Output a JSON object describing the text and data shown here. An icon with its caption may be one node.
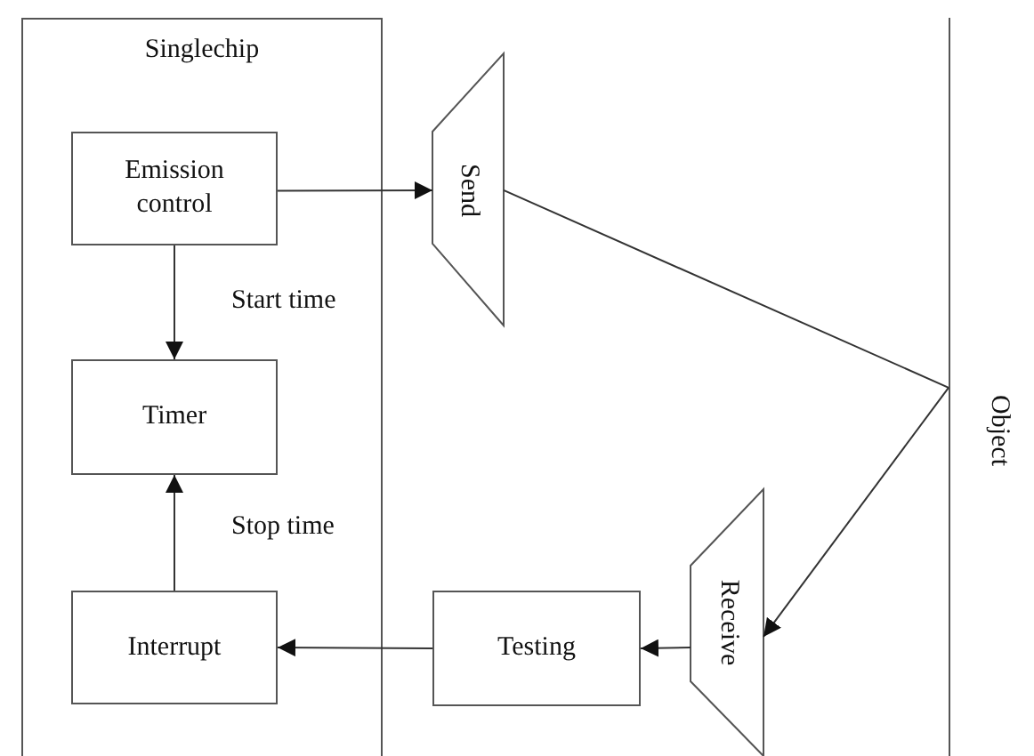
{
  "diagram": {
    "nodes": [
      {
        "text": [
          "Singlechip"
        ]
      },
      {
        "text": [
          "Emission control"
        ],
        "in": 0
      },
      {
        "text": [
          "Timer"
        ],
        "in": 0
      },
      {
        "text": [
          "Interrupt"
        ],
        "in": 0
      },
      {
        "text": [
          "Send"
        ]
      },
      {
        "text": [
          "Receive"
        ]
      },
      {
        "text": [
          "Testing"
        ]
      },
      {
        "text": [
          "Object"
        ]
      }
    ],
    "edges": [
      {
        "from": 1,
        "to": 4,
        "arrow": "to"
      },
      {
        "from": 1,
        "to": 2,
        "arrow": "to",
        "label": "Start time"
      },
      {
        "from": 3,
        "to": 2,
        "arrow": "to",
        "label": "Stop time"
      },
      {
        "from": 6,
        "to": 3,
        "arrow": "to"
      },
      {
        "from": 5,
        "to": 6,
        "arrow": "to"
      },
      {
        "from": 4,
        "to": 7,
        "arrow": "none"
      },
      {
        "from": 7,
        "to": 5,
        "arrow": "to"
      }
    ]
  }
}
